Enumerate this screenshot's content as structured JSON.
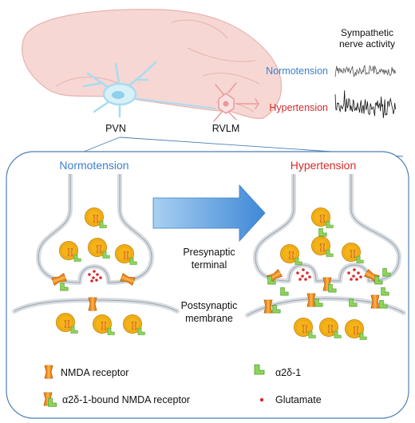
{
  "header": {
    "sympathetic_line1": "Sympathetic",
    "sympathetic_line2": "nerve activity",
    "normotension": "Normotension",
    "hypertension": "Hypertension",
    "pvn": "PVN",
    "rvlm": "RVLM"
  },
  "panel": {
    "left_title": "Normotension",
    "right_title": "Hypertension",
    "presynaptic_line1": "Presynaptic",
    "presynaptic_line2": "terminal",
    "postsynaptic_line1": "Postsynaptic",
    "postsynaptic_line2": "membrane"
  },
  "legend": {
    "nmda": "NMDA receptor",
    "bound_nmda": "α2δ-1-bound NMDA receptor",
    "a2d1": "α2δ-1",
    "glutamate": "Glutamate"
  },
  "colors": {
    "normo_blue": "#3b7fd0",
    "hyper_red": "#d9292b",
    "receptor_orange": "#f08a1e",
    "alpha_green": "#8ed45a",
    "brain_fill": "#f6d7d4",
    "brain_stroke": "#e7b2ad",
    "neuron_cyan": "#a9dcef",
    "membrane_gray": "#d8dde2",
    "arrow_blue": "#4f98dc"
  }
}
